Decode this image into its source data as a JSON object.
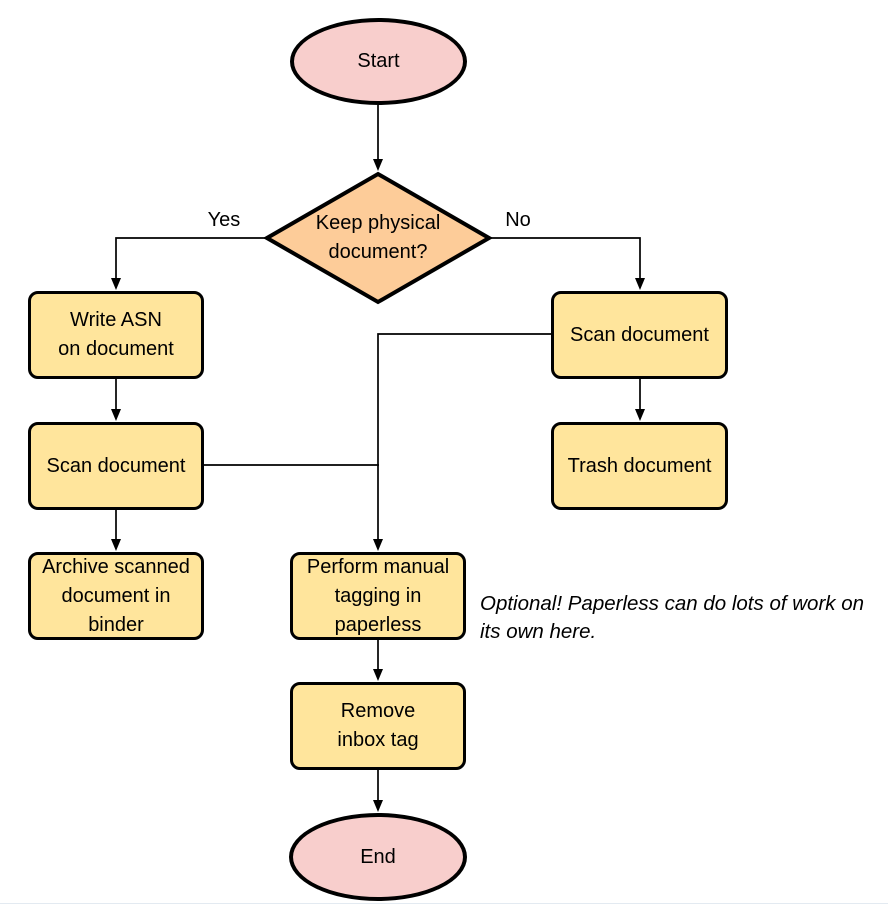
{
  "diagram": {
    "colors": {
      "terminator_fill": "#f8cecc",
      "decision_fill": "#fdcc99",
      "process_fill": "#ffe59c",
      "stroke": "#000000"
    },
    "nodes": {
      "start": {
        "label": "Start"
      },
      "decision": {
        "label": "Keep physical\ndocument?"
      },
      "write_asn": {
        "label": "Write ASN\non document"
      },
      "scan_left": {
        "label": "Scan document"
      },
      "archive": {
        "label": "Archive scanned\ndocument in\nbinder"
      },
      "scan_right": {
        "label": "Scan document"
      },
      "trash": {
        "label": "Trash document"
      },
      "tagging": {
        "label": "Perform manual\ntagging in\npaperless"
      },
      "remove_inbox": {
        "label": "Remove\ninbox tag"
      },
      "end": {
        "label": "End"
      }
    },
    "edge_labels": {
      "yes": "Yes",
      "no": "No"
    },
    "annotation": "Optional! Paperless can do lots of work on\nits own here."
  }
}
